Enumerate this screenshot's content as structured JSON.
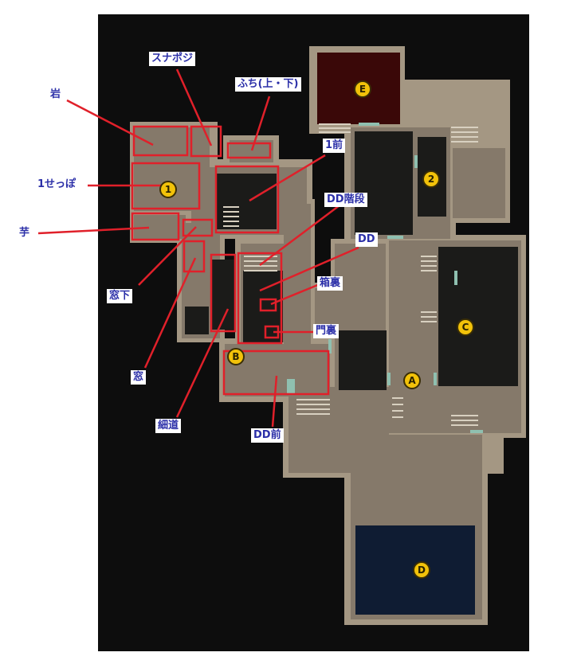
{
  "labels": {
    "iwa": "岩",
    "setsubo1": "1せっぽ",
    "imo": "芋",
    "sunapoji": "スナポジ",
    "fuchi": "ふち(上・下)",
    "mae1": "1前",
    "dd_kaidan": "DD階段",
    "dd": "DD",
    "hakoura": "箱裏",
    "monura": "門裏",
    "madoshita": "窓下",
    "mado": "窓",
    "hosomichi": "細道",
    "dd_mae": "DD前"
  },
  "markers": {
    "m1": "1",
    "m2": "2",
    "a": "A",
    "b": "B",
    "c": "C",
    "d": "D",
    "e": "E"
  },
  "colors": {
    "background": "#0d0d0d",
    "floor": "#85796a",
    "wall": "#a49783",
    "red_zone": "#3a0808",
    "blue_zone": "#0f1c33",
    "highlight": "#e0202a",
    "marker": "#f2c20a",
    "label_text": "#2b2fa8"
  }
}
